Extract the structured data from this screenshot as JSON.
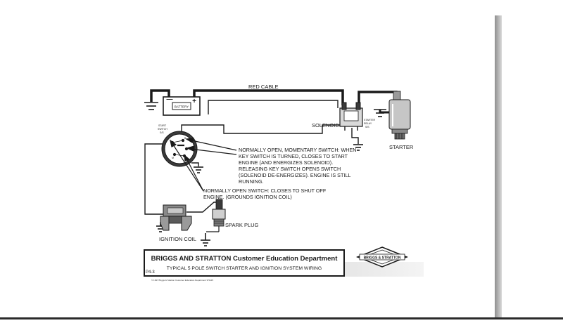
{
  "diagram": {
    "labels": {
      "red_cable": "RED CABLE",
      "battery": "BATTERY",
      "solenoid": "SOLENOID",
      "starter_relay_line1": "STARTER",
      "starter_relay_line2": "RELAY",
      "starter_relay_line3": "S/S",
      "starter": "STARTER",
      "start_switch_line1": "START",
      "start_switch_line2": "SWITCH",
      "start_switch_line3": "S/S",
      "spark_plug": "SPARK PLUG",
      "ignition_coil": "IGNITION COIL",
      "plus_sign": "+",
      "minus_sign": "—",
      "switch_letter_s": "S",
      "switch_letter_b": "B",
      "switch_letter_m": "M",
      "switch_letter_g": "G"
    },
    "notes": {
      "momentary_lines": [
        "NORMALLY OPEN, MOMENTARY SWITCH:  WHEN",
        "KEY SWITCH IS TURNED, CLOSES TO START",
        "ENGINE (AND ENERGIZES SOLENOID).",
        "RELEASING KEY SWITCH OPENS SWITCH",
        "(SOLENOID DE-ENERGIZES).  ENGINE IS STILL",
        "RUNNING."
      ],
      "open_switch_lines": [
        "NORMALLY OPEN SWITCH:  CLOSES TO SHUT OFF",
        "ENGINE.  (GROUNDS IGNITION COIL)"
      ]
    },
    "footer": {
      "title": "BRIGGS AND STRATTON  Customer Education Department",
      "subtitle": "TYPICAL 5 POLE SWITCH  STARTER AND IGNITION SYSTEM WIRING",
      "page_code": "P4-3",
      "copyright": "© 1997 Briggs & Stratton Customer Education Department 971115",
      "logo_text": "BRIGGS & STRATTON"
    },
    "colors": {
      "ink": "#1a1a1a",
      "slide_bg": "#ffffff",
      "footer_band": "#bdbdbd"
    }
  }
}
